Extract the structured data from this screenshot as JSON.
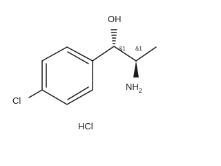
{
  "atoms": {
    "hydroxyl": "OH",
    "amine": "NH",
    "amine_subscript": "2",
    "chlorine": "Cl"
  },
  "stereo_labels": {
    "c1": "&1",
    "c2": "&1"
  },
  "salt": "HCl"
}
